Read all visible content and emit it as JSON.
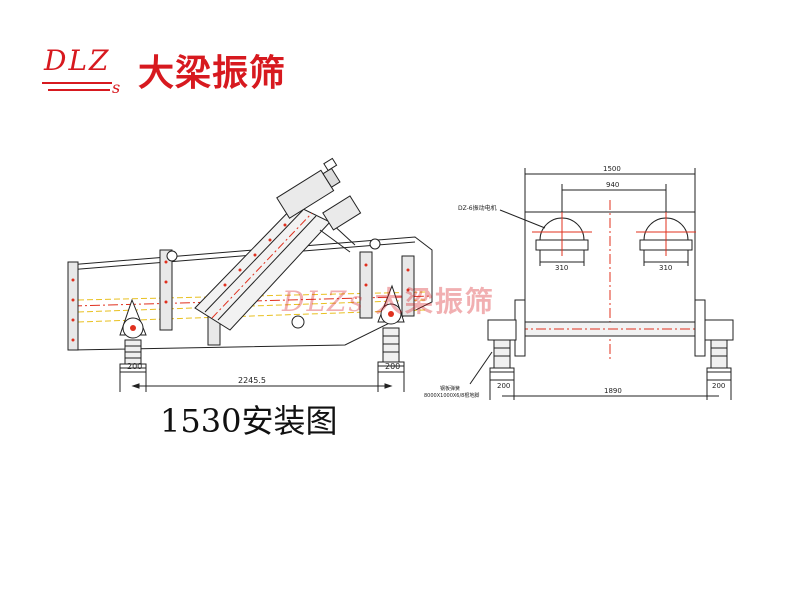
{
  "logo": {
    "letters": "DLZ",
    "sub": "s",
    "text": "大梁振筛"
  },
  "caption": "1530安装图",
  "watermark": {
    "letters": "DLZs",
    "text": "大梁振筛"
  },
  "side_view": {
    "dim_support_left": "200",
    "dim_span": "2245.5",
    "dim_support_right": "200"
  },
  "end_view": {
    "dim_overall_width": "1500",
    "dim_motor_spacing": "940",
    "dim_motor_left": "310",
    "dim_motor_right": "310",
    "label_motor": "DZ-6振动电机",
    "label_bottom_line1": "钢板弹簧",
    "label_bottom_line2": "8000X1000X6/8根地脚",
    "dim_support_left": "200",
    "dim_base": "1890",
    "dim_support_right": "200"
  },
  "colors": {
    "brand": "#d7191f",
    "line": "#222222",
    "center": "#e0301e",
    "hidden": "#e8c020"
  }
}
